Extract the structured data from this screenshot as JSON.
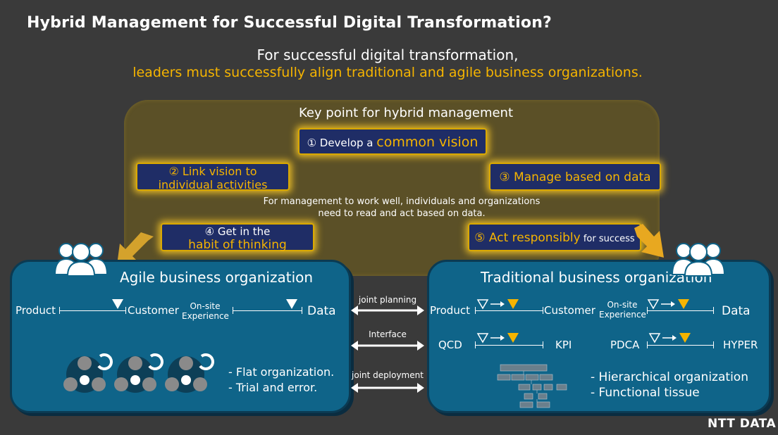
{
  "title": "Hybrid Management for Successful Digital Transformation?",
  "subtitle_line1": "For successful digital transformation,",
  "subtitle_line2": "leaders must successfully align traditional and agile business organizations.",
  "key_points": {
    "title": "Key point for hybrid management",
    "p1_prefix": "① Develop a ",
    "p1_highlight": "common vision",
    "p2_line1": "② Link vision to",
    "p2_line2": "individual activities",
    "p3": "③ Manage based on data",
    "p4_line1": "④ Get in the",
    "p4_line2": "habit of thinking",
    "p5_highlight": "⑤ Act responsibly",
    "p5_suffix": " for success",
    "note_line1": "For management to work well, individuals and organizations",
    "note_line2": "need to read and act based on data."
  },
  "agile": {
    "title": "Agile business organization",
    "product": "Product",
    "customer": "Customer",
    "onsite_line1": "On-site",
    "onsite_line2": "Experience",
    "data": "Data",
    "bullet1": "- Flat organization.",
    "bullet2": "- Trial and error."
  },
  "traditional": {
    "title": "Traditional business organization",
    "product": "Product",
    "customer": "Customer",
    "onsite_line1": "On-site",
    "onsite_line2": "Experience",
    "data": "Data",
    "qcd": "QCD",
    "kpi": "KPI",
    "pdca": "PDCA",
    "hyper": "HYPER",
    "bullet1": "- Hierarchical organization",
    "bullet2": "- Functional tissue"
  },
  "links": {
    "joint_planning": "joint planning",
    "interface": "Interface",
    "joint_deployment": "joint deployment"
  },
  "logo": "NTT DATA",
  "colors": {
    "accent_yellow": "#f5b400",
    "pill_blue": "#1f2d66",
    "org_blue": "#0f6489",
    "background": "#3a3a3a"
  }
}
